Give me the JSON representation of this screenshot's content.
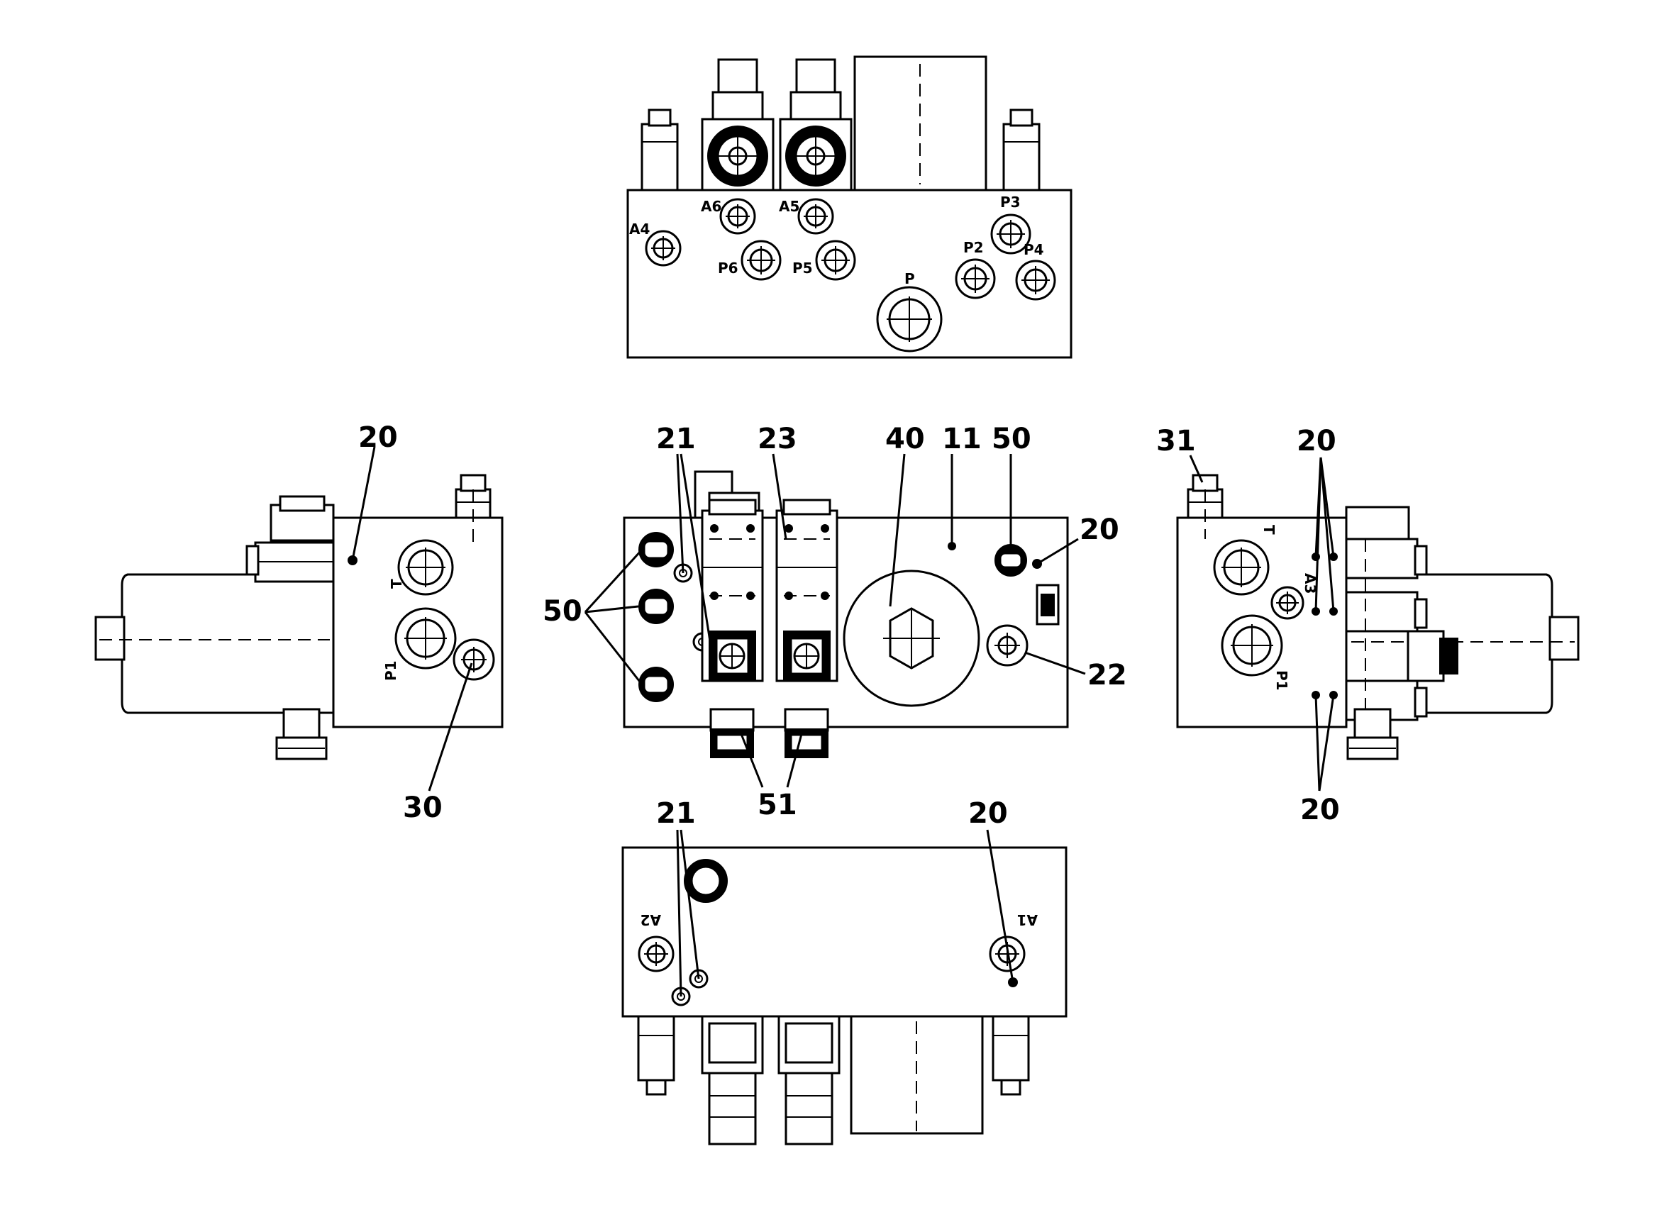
{
  "views": {
    "top": {
      "ports": {
        "a4": "A4",
        "a6": "A6",
        "a5": "A5",
        "p6": "P6",
        "p5": "P5",
        "p": "P",
        "p2": "P2",
        "p3": "P3",
        "p4": "P4"
      }
    },
    "left": {
      "ports": {
        "t": "T",
        "p1": "P1"
      }
    },
    "right": {
      "ports": {
        "t": "T",
        "a3": "A3",
        "p1": "P1"
      }
    },
    "bottom": {
      "ports": {
        "a2": "A2",
        "a1": "A1"
      }
    }
  },
  "callouts": {
    "left_20": "20",
    "left_30": "30",
    "front_21": "21",
    "front_23": "23",
    "front_40": "40",
    "front_11": "11",
    "front_50_top": "50",
    "front_20": "20",
    "front_50_left": "50",
    "front_22": "22",
    "front_51": "51",
    "right_31": "31",
    "right_20_top": "20",
    "right_20_bottom": "20",
    "bottom_21": "21",
    "bottom_20": "20"
  }
}
